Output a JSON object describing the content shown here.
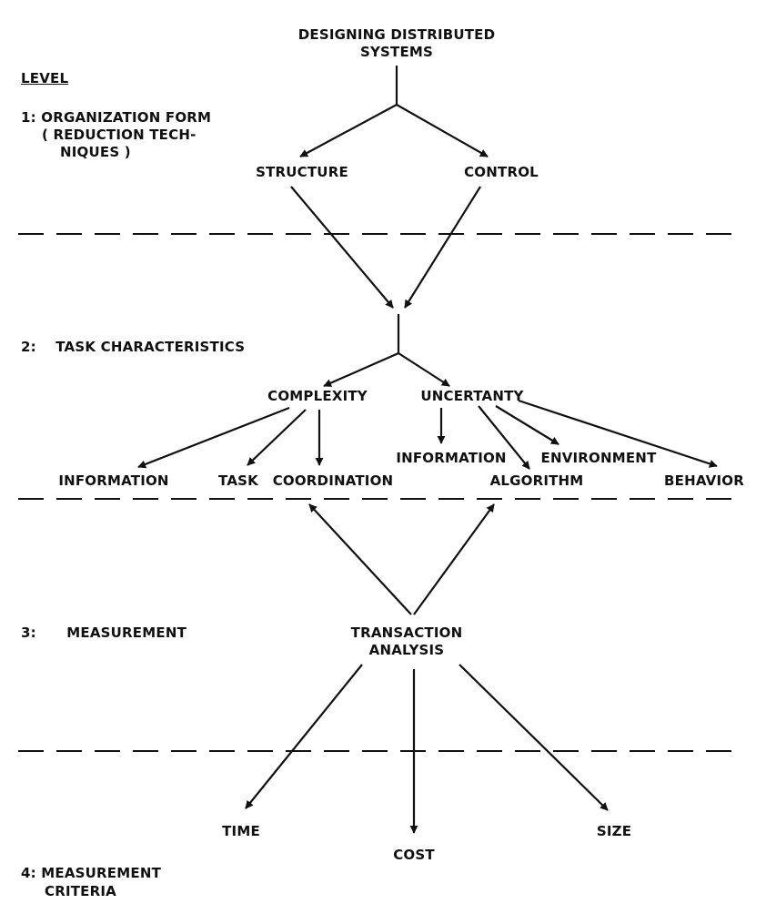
{
  "title": [
    "DESIGNING DISTRIBUTED",
    "SYSTEMS"
  ],
  "level_heading": "LEVEL",
  "levels": [
    {
      "number": "1:",
      "lines": [
        "ORGANIZATION FORM",
        "( REDUCTION TECH-",
        "NIQUES )"
      ]
    },
    {
      "number": "2:",
      "lines": [
        "TASK CHARACTERISTICS"
      ]
    },
    {
      "number": "3:",
      "lines": [
        "MEASUREMENT"
      ]
    },
    {
      "number": "4:",
      "lines": [
        "MEASUREMENT",
        "CRITERIA"
      ]
    }
  ],
  "nodes": {
    "structure": "STRUCTURE",
    "control": "CONTROL",
    "complexity": "COMPLEXITY",
    "uncertainty": "UNCERTANTY",
    "complexity_children": [
      "INFORMATION",
      "TASK",
      "COORDINATION"
    ],
    "uncertainty_children": [
      "INFORMATION",
      "ALGORITHM",
      "ENVIRONMENT",
      "BEHAVIOR"
    ],
    "transaction_analysis": [
      "TRANSACTION",
      "ANALYSIS"
    ],
    "criteria": [
      "TIME",
      "COST",
      "SIZE"
    ]
  }
}
